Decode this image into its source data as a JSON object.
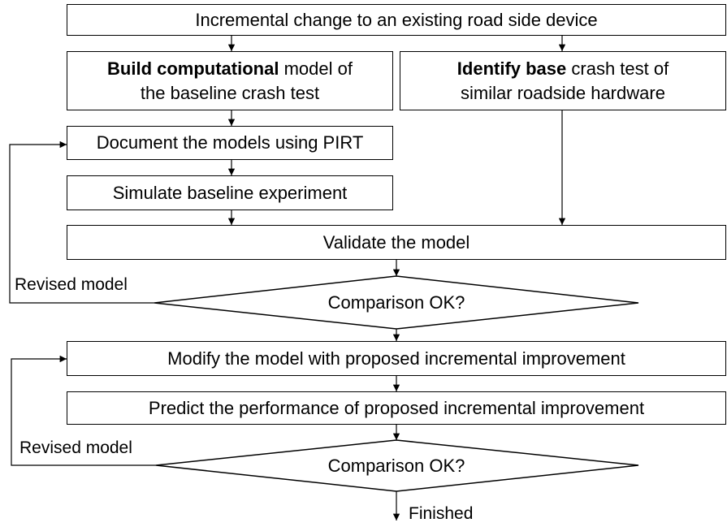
{
  "nodes": {
    "start": "Incremental change to an existing road side device",
    "build": {
      "bold": "Build computational",
      "rest": " model of",
      "line2": "the baseline crash test"
    },
    "identify": {
      "bold": "Identify base",
      "rest": " crash test of",
      "line2": "similar roadside hardware"
    },
    "document": "Document the models using PIRT",
    "simulate": "Simulate baseline experiment",
    "validate": "Validate the model",
    "decision1": "Comparison OK?",
    "modify": "Modify the model with proposed incremental improvement",
    "predict": "Predict the performance of proposed incremental improvement",
    "decision2": "Comparison OK?"
  },
  "labels": {
    "revised1": "Revised model",
    "revised2": "Revised model",
    "finished": "Finished"
  }
}
